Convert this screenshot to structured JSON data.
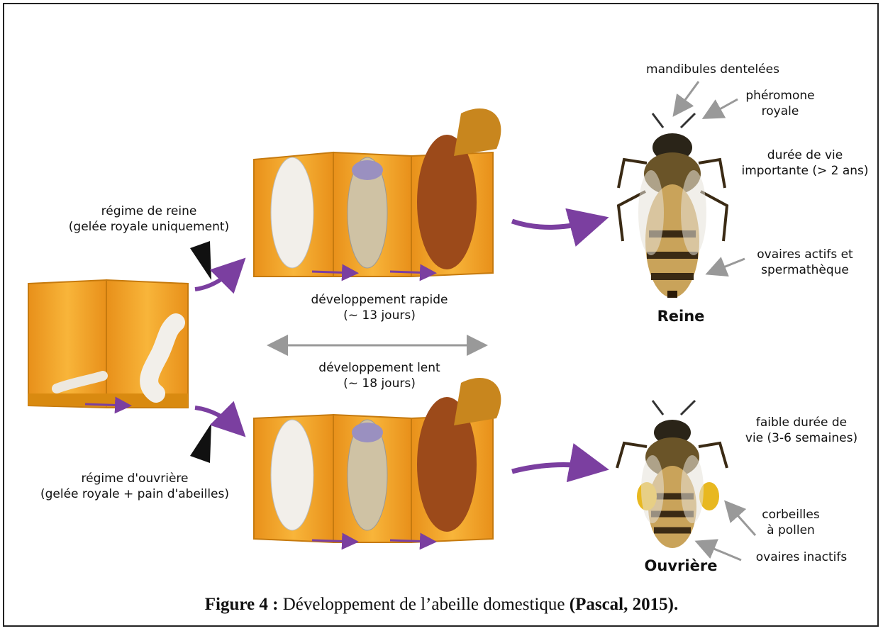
{
  "labels": {
    "queen_diet": [
      "régime de reine",
      "(gelée royale uniquement)"
    ],
    "worker_diet": [
      "régime d'ouvrière",
      "(gelée royale + pain d'abeilles)"
    ],
    "fast_dev": [
      "développement rapide",
      "(~ 13 jours)"
    ],
    "slow_dev": [
      "développement lent",
      "(~ 18 jours)"
    ],
    "mandibles": "mandibules dentelées",
    "pheromone": [
      "phéromone",
      "royale"
    ],
    "lifespan_long": [
      "durée de vie",
      "importante (> 2 ans)"
    ],
    "ovaries_active": [
      "ovaires actifs et",
      "spermathèque"
    ],
    "queen_title": "Reine",
    "lifespan_short": [
      "faible durée de",
      "vie (3-6 semaines)"
    ],
    "pollen": [
      "corbeilles",
      "à pollen"
    ],
    "ovaries_inactive": "ovaires inactifs",
    "worker_title": "Ouvrière"
  },
  "caption": {
    "prefix": "Figure 4 :",
    "text": " Développement de l’abeille domestique ",
    "source": "(Pascal, 2015)."
  },
  "colors": {
    "comb": "#F5A623",
    "comb_dark": "#D98A10",
    "arrow_purple": "#7B3FA0",
    "pointer_grey": "#999999",
    "larva": "#F2EFEA"
  }
}
